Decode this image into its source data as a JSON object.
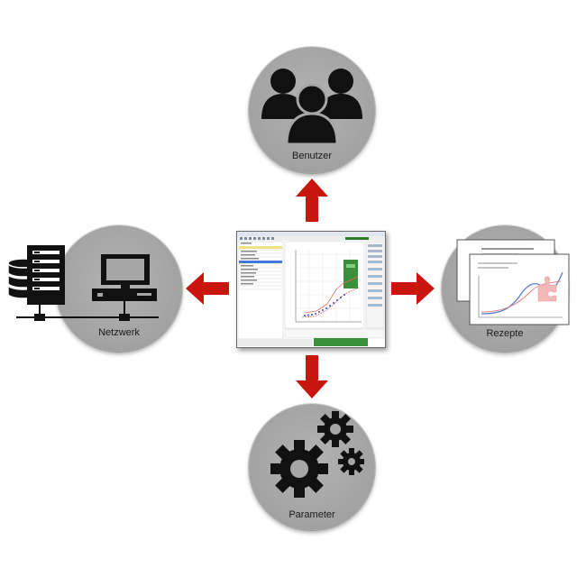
{
  "nodes": {
    "top": {
      "label": "Benutzer",
      "icon": "users-icon"
    },
    "right": {
      "label": "Rezepte",
      "icon": "recipe-documents-icon"
    },
    "bottom": {
      "label": "Parameter",
      "icon": "gears-icon"
    },
    "left": {
      "label": "Netzwerk",
      "icon": "network-server-icon"
    }
  },
  "center": {
    "icon": "software-screenshot"
  },
  "colors": {
    "arrow": "#c9170f",
    "circle": "#a6a6a6",
    "icon": "#111111",
    "screen_accent": "#3a8f3a"
  }
}
